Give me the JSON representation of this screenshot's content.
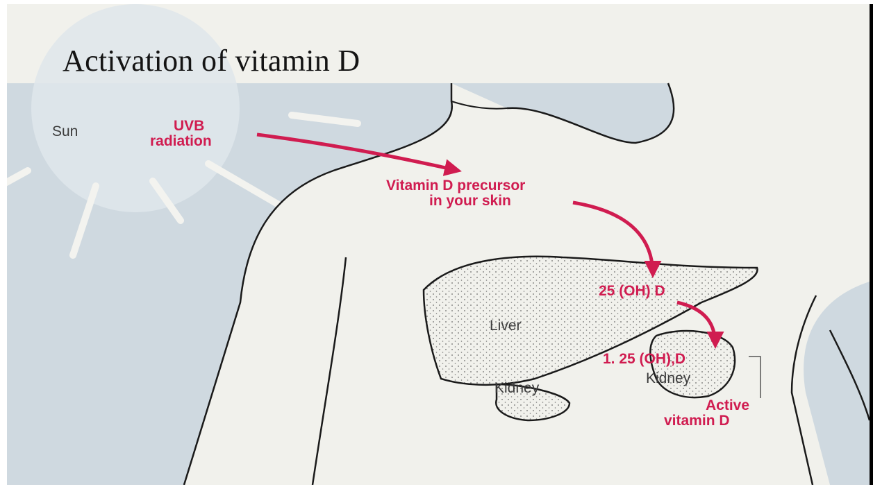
{
  "slide": {
    "title": "Activation of vitamin D"
  },
  "labels": {
    "sun": "Sun",
    "uvb_line1": "UVB",
    "uvb_line2": "radiation",
    "precursor_line1": "Vitamin D precursor",
    "precursor_line2": "in your skin",
    "liver_product": "25 (OH) D",
    "liver": "Liver",
    "kidney_left": "Kidney",
    "kidney_right": "Kidney",
    "kidney_product": "1. 25 (OH),D",
    "active_line1": "Active",
    "active_line2": "vitamin D"
  },
  "colors": {
    "accent": "#d01c50",
    "background": "#f1f1ec",
    "sky": "#cfd9e0",
    "outline": "#1a1a1a"
  }
}
